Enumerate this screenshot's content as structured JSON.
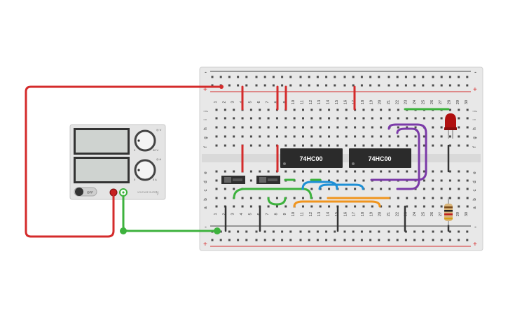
{
  "power_supply": {
    "voltage_dial_label": "0",
    "voltage_dial_max": "30 V",
    "voltage_dial_icon": "volt-symbol",
    "current_dial_label": "0",
    "current_dial_max": "5 A",
    "current_dial_icon": "amp-symbol",
    "toggle_label": "OFF",
    "brand_text": "VOLTAGE SUPPLY",
    "lightning_icon": "lightning-icon"
  },
  "breadboard": {
    "rail_plus": "+",
    "rail_minus": "-",
    "row_letters_top": [
      "j",
      "i",
      "h",
      "g",
      "f"
    ],
    "row_letters_bottom": [
      "e",
      "d",
      "c",
      "b",
      "a"
    ],
    "column_numbers": [
      "1",
      "2",
      "3",
      "4",
      "5",
      "6",
      "7",
      "8",
      "9",
      "10",
      "11",
      "12",
      "13",
      "14",
      "15",
      "16",
      "17",
      "18",
      "19",
      "20",
      "21",
      "22",
      "23",
      "24",
      "25",
      "26",
      "27",
      "28",
      "29",
      "30"
    ]
  },
  "chips": [
    {
      "label": "74HC00"
    },
    {
      "label": "74HC00"
    }
  ],
  "colors": {
    "wire_red": "#d42b2b",
    "wire_green": "#3db23d",
    "wire_blue": "#1e90d6",
    "wire_orange": "#f0951e",
    "wire_purple": "#7b3aa8",
    "wire_black": "#333333",
    "led_red": "#b01010"
  }
}
